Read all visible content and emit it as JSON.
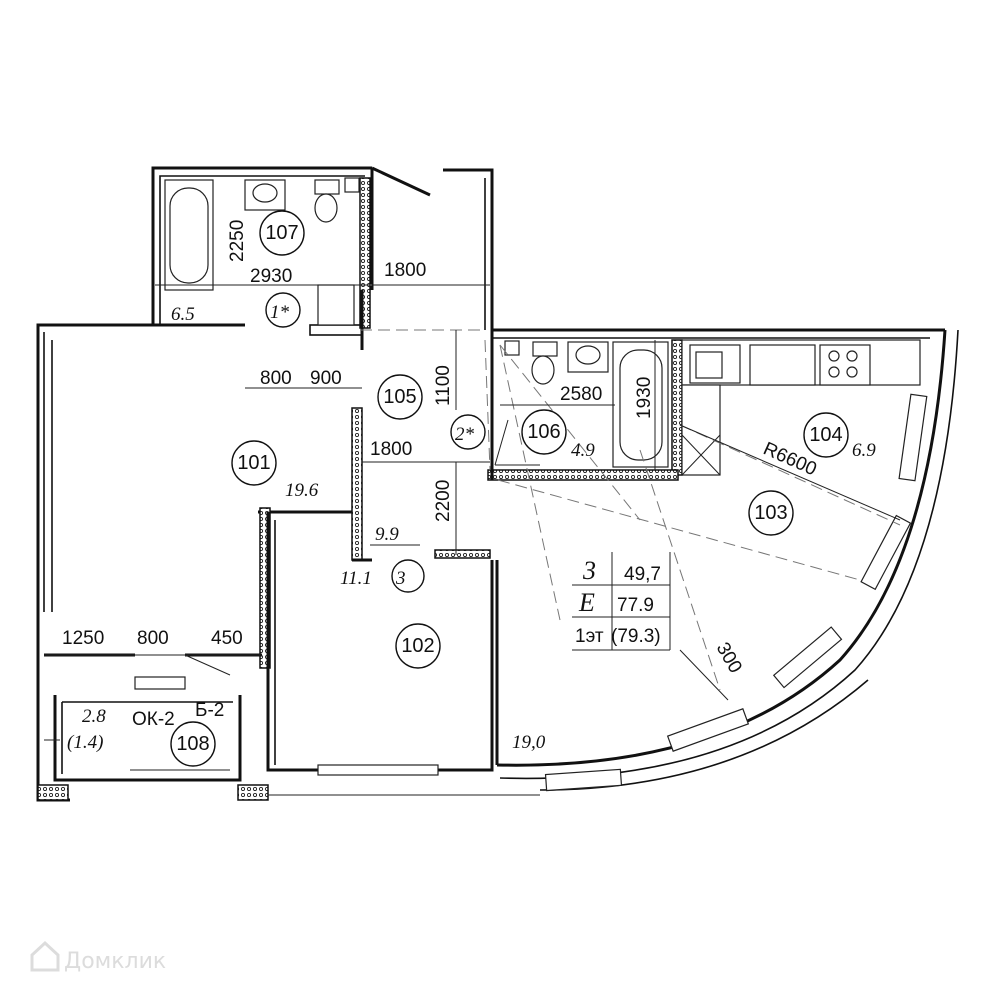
{
  "rooms": {
    "r101": "101",
    "r102": "102",
    "r103": "103",
    "r104": "104",
    "r105": "105",
    "r106": "106",
    "r107": "107",
    "r108": "108",
    "star1": "1*",
    "star2": "2*",
    "wc3": "3"
  },
  "areas": {
    "a101": "19.6",
    "a102": "11.1",
    "a103": "19,0",
    "a104": "6.9",
    "a105": "9.9",
    "a106": "4.9",
    "a107": "6.5",
    "a108": "2.8",
    "a108_alt": "(1.4)"
  },
  "dimensions": {
    "d2250": "2250",
    "d2930": "2930",
    "d1800_top": "1800",
    "d800_top": "800",
    "d900": "900",
    "d1100": "1100",
    "d1800_mid": "1800",
    "d2200": "2200",
    "d2580": "2580",
    "d1930": "1930",
    "radius": "R6600",
    "d1250": "1250",
    "d800_bottom": "800",
    "d450": "450",
    "d300": "300"
  },
  "labels": {
    "window": "ОК-2",
    "balcony": "Б-2"
  },
  "summary": {
    "rooms_count": "3",
    "living_area": "49,7",
    "section_letter": "E",
    "total_area": "77.9",
    "floor": "1эт",
    "total_with_balcony": "(79.3)"
  },
  "watermark": "Домклик"
}
